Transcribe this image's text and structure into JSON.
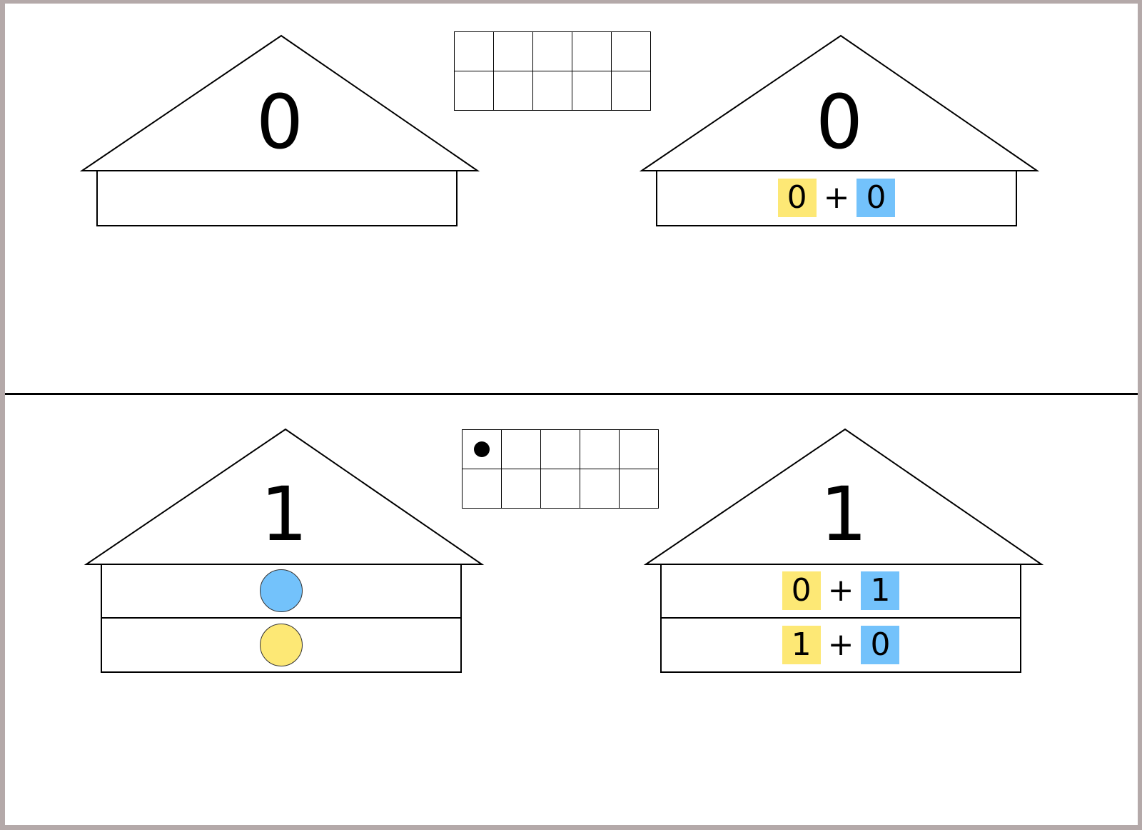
{
  "colors": {
    "yellow": "#fde875",
    "blue": "#73c2fb",
    "line": "#000000",
    "border": "#b4a9a9"
  },
  "sections": [
    {
      "ten_frame": {
        "filled": 0,
        "cells": 10
      },
      "left_house": {
        "roof": "0",
        "rooms": []
      },
      "right_house": {
        "roof": "0",
        "rooms": [
          {
            "a": "0",
            "op": "+",
            "b": "0"
          }
        ]
      }
    },
    {
      "ten_frame": {
        "filled": 1,
        "cells": 10
      },
      "left_house": {
        "roof": "1",
        "rooms": [
          {
            "dot": "blue"
          },
          {
            "dot": "yellow"
          }
        ]
      },
      "right_house": {
        "roof": "1",
        "rooms": [
          {
            "a": "0",
            "op": "+",
            "b": "1"
          },
          {
            "a": "1",
            "op": "+",
            "b": "0"
          }
        ]
      }
    }
  ]
}
